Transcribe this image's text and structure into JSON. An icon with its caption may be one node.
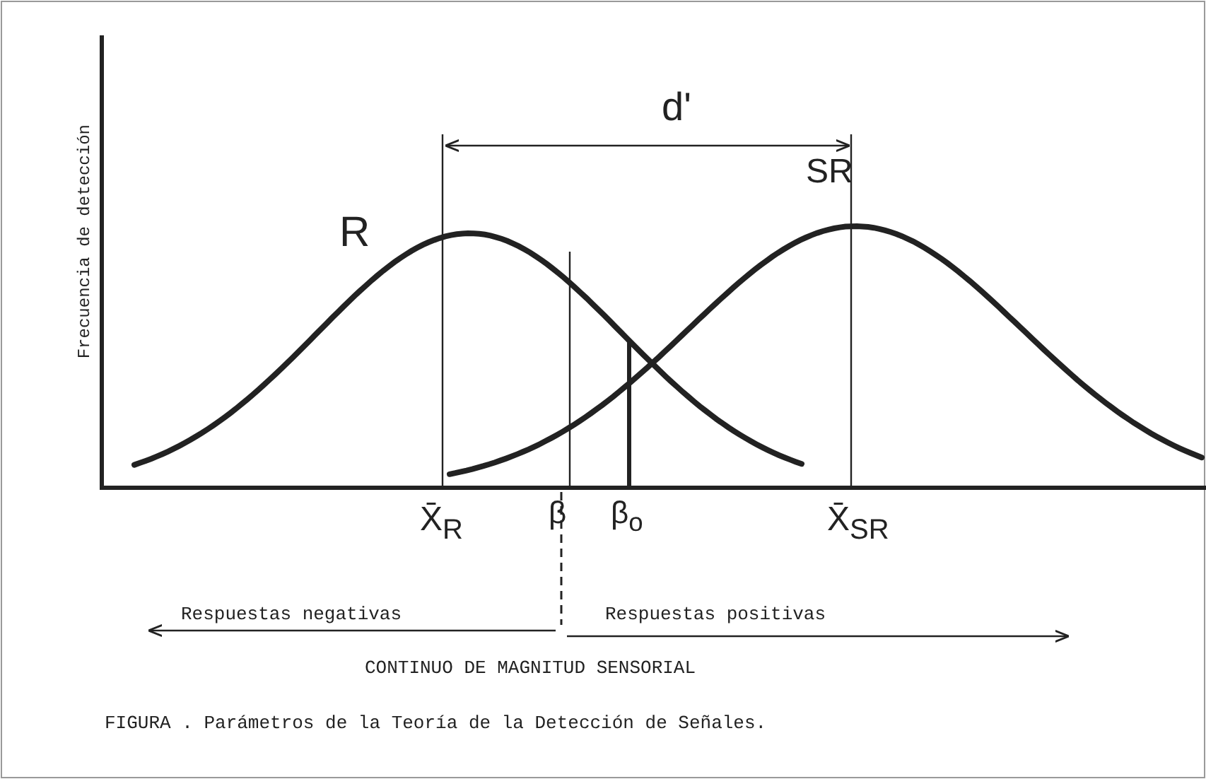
{
  "diagram": {
    "caption": "FIGURA . Parámetros de la Teoría de la Detección de Señales.",
    "labels": [
      "Frecuencia de detección",
      "d'",
      "R",
      "SR",
      "X̄$_{R}$",
      "β",
      "β$_{o}$",
      "X̄$_{SR}$",
      "Respuestas negativas",
      "Respuestas positivas",
      "CONTINUO DE MAGNITUD SENSORIAL"
    ]
  }
}
